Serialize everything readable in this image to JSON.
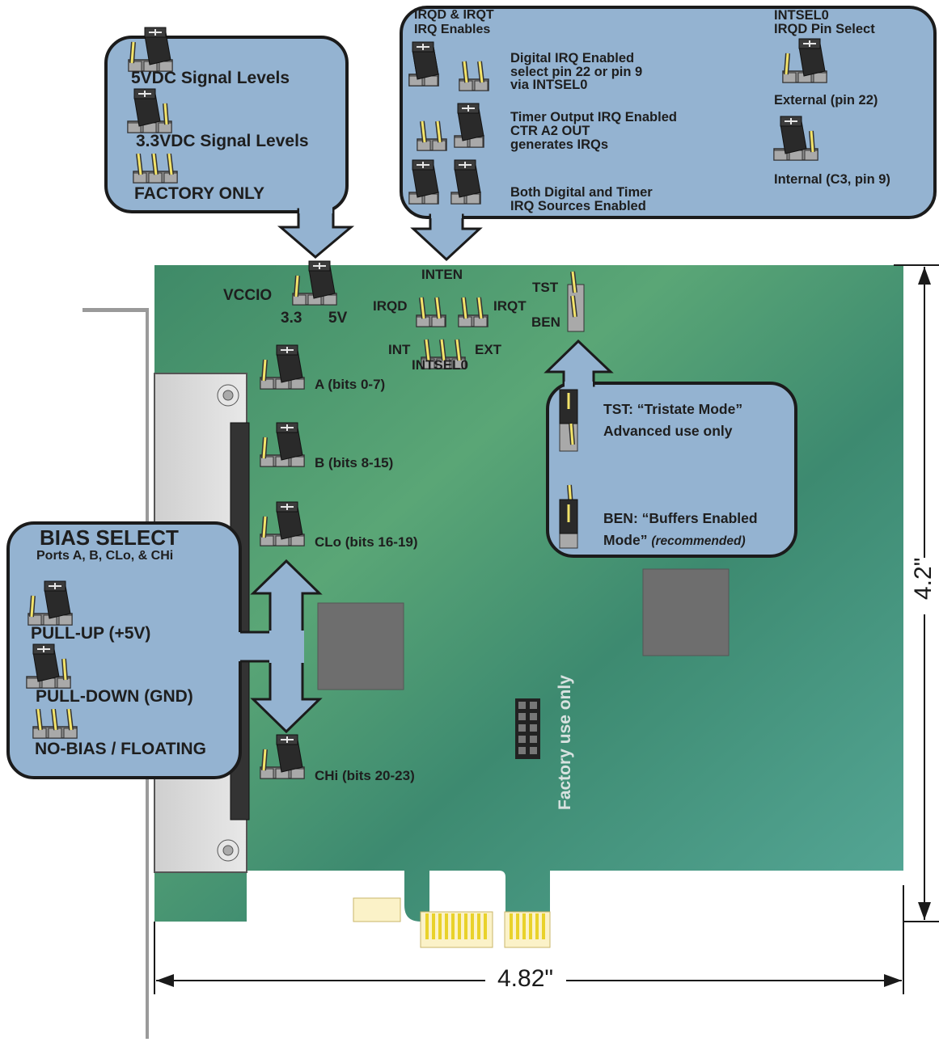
{
  "callout_signal_levels": {
    "line_5v": "5VDC Signal Levels",
    "line_3v3": "3.3VDC Signal Levels",
    "line_factory": "FACTORY ONLY"
  },
  "callout_irq": {
    "title_line1": "IRQD & IRQT",
    "title_line2": "IRQ Enables",
    "digital_line1": "Digital IRQ Enabled",
    "digital_line2": "select pin 22 or pin 9",
    "digital_line3": "via INTSEL0",
    "timer_line1": "Timer Output IRQ Enabled",
    "timer_line2": "CTR A2 OUT",
    "timer_line3": "generates IRQs",
    "both_line1": "Both Digital and Timer",
    "both_line2": "IRQ Sources Enabled",
    "intsel_title1": "INTSEL0",
    "intsel_title2": "IRQD Pin Select",
    "external": "External (pin 22)",
    "internal": "Internal (C3, pin 9)"
  },
  "board_labels": {
    "vccio": "VCCIO",
    "v33": "3.3",
    "v5": "5V",
    "inten": "INTEN",
    "irqd": "IRQD",
    "irqt": "IRQT",
    "int": "INT",
    "ext": "EXT",
    "intsel0": "INTSEL0",
    "tst": "TST",
    "ben": "BEN",
    "port_a": "A (bits 0-7)",
    "port_b": "B (bits 8-15)",
    "port_clo": "CLo (bits 16-19)",
    "port_chi": "CHi (bits 20-23)",
    "factory_use": "Factory use only"
  },
  "callout_tst_ben": {
    "tst_line1": "TST: “Tristate Mode”",
    "tst_line2": "Advanced use only",
    "ben_line1": "BEN: “Buffers Enabled",
    "ben_line2": "Mode”",
    "ben_note": "(recommended)"
  },
  "callout_bias": {
    "title": "BIAS SELECT",
    "subtitle": "Ports A, B, CLo, & CHi",
    "pullup": "PULL-UP (+5V)",
    "pulldown": "PULL-DOWN (GND)",
    "nobias": "NO-BIAS / FLOATING"
  },
  "dimensions": {
    "height": "4.2\"",
    "width": "4.82\""
  },
  "colors": {
    "board_green": "#4f9a74",
    "callout_blue": "#94b3d1",
    "jumper_dark": "#2a2a2a",
    "pin_yellow": "#f2e36a"
  }
}
